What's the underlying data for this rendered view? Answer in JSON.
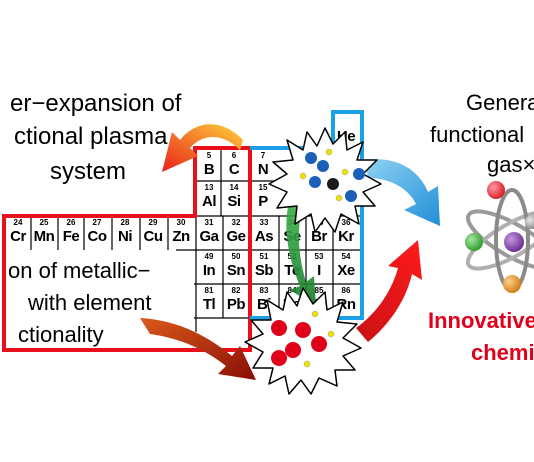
{
  "left_text": {
    "line1": "er−expansion of",
    "line2": "ctional plasma",
    "line3": "system"
  },
  "metallic_text": {
    "line1": "on of metallic−",
    "line2": "with element",
    "line3": "ctionality"
  },
  "right_text": {
    "line1": "Genera",
    "line2": "functional",
    "line3": "gas×",
    "innovative": "Innovative",
    "chemi": "chemi"
  },
  "periodic_table": {
    "row2": [
      {
        "num": "5",
        "sym": "B"
      },
      {
        "num": "6",
        "sym": "C"
      },
      {
        "num": "7",
        "sym": "N"
      },
      {
        "num": "",
        "sym": ""
      },
      {
        "num": "",
        "sym": ""
      },
      {
        "num": "",
        "sym": "He"
      }
    ],
    "row3": [
      {
        "num": "13",
        "sym": "Al"
      },
      {
        "num": "14",
        "sym": "Si"
      },
      {
        "num": "15",
        "sym": "P"
      }
    ],
    "row4": [
      {
        "num": "24",
        "sym": "Cr"
      },
      {
        "num": "25",
        "sym": "Mn"
      },
      {
        "num": "26",
        "sym": "Fe"
      },
      {
        "num": "27",
        "sym": "Co"
      },
      {
        "num": "28",
        "sym": "Ni"
      },
      {
        "num": "29",
        "sym": "Cu"
      },
      {
        "num": "30",
        "sym": "Zn"
      },
      {
        "num": "31",
        "sym": "Ga"
      },
      {
        "num": "32",
        "sym": "Ge"
      },
      {
        "num": "33",
        "sym": "As"
      },
      {
        "num": "34",
        "sym": "Se"
      },
      {
        "num": "35",
        "sym": "Br"
      },
      {
        "num": "36",
        "sym": "Kr"
      }
    ],
    "row5": [
      {
        "num": "",
        "sym": "d"
      },
      {
        "num": "49",
        "sym": "In"
      },
      {
        "num": "50",
        "sym": "Sn"
      },
      {
        "num": "51",
        "sym": "Sb"
      },
      {
        "num": "52",
        "sym": "Te"
      },
      {
        "num": "53",
        "sym": "I"
      },
      {
        "num": "54",
        "sym": "Xe"
      }
    ],
    "row6": [
      {
        "num": "",
        "sym": "g"
      },
      {
        "num": "81",
        "sym": "Tl"
      },
      {
        "num": "82",
        "sym": "Pb"
      },
      {
        "num": "83",
        "sym": "Bi"
      },
      {
        "num": "84",
        "sym": "Po"
      },
      {
        "num": "85",
        "sym": "At"
      },
      {
        "num": "86",
        "sym": "Rn"
      }
    ],
    "row7_partial": "2"
  },
  "colors": {
    "red_border": "#e8101a",
    "blue_border": "#1aa0e6",
    "orange_arrow": "#f29b1c",
    "red_arrow": "#e0001b",
    "blue_arrow": "#1f9ee0",
    "darkred_arrow": "#b01208",
    "green_arrow": "#1e9a36",
    "molecule_blue": "#1b5fb8",
    "molecule_yellow": "#f0e200",
    "particle_red": "#e0001b",
    "atom_red": "#e0303a",
    "atom_green": "#3aa83a",
    "atom_purple": "#7a3aa0",
    "atom_orange": "#e08a20",
    "atom_gray": "#9a9a9a"
  }
}
